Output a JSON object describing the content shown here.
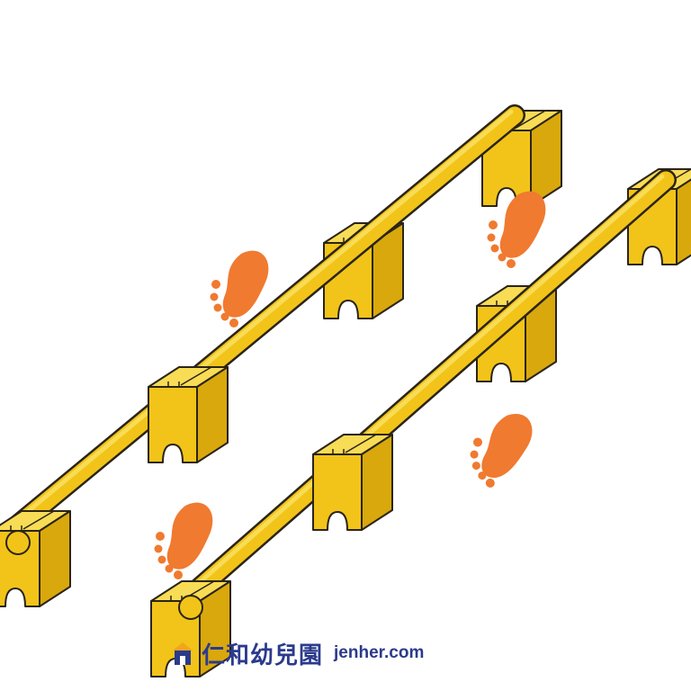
{
  "illustration": {
    "subject": "balance-beams",
    "colors": {
      "beam_fill": "#f2c419",
      "beam_shade": "#d9a80d",
      "beam_light": "#f8dc55",
      "outline": "#2a2418",
      "footprint": "#f07a30",
      "background": "#ffffff"
    },
    "beam_count": 2,
    "footprint_count": 4
  },
  "watermark": {
    "brand_cn": "仁和幼兒園",
    "site": "jenher.com",
    "color": "#2b3a8c",
    "logo_accent": "#f2a51a"
  }
}
